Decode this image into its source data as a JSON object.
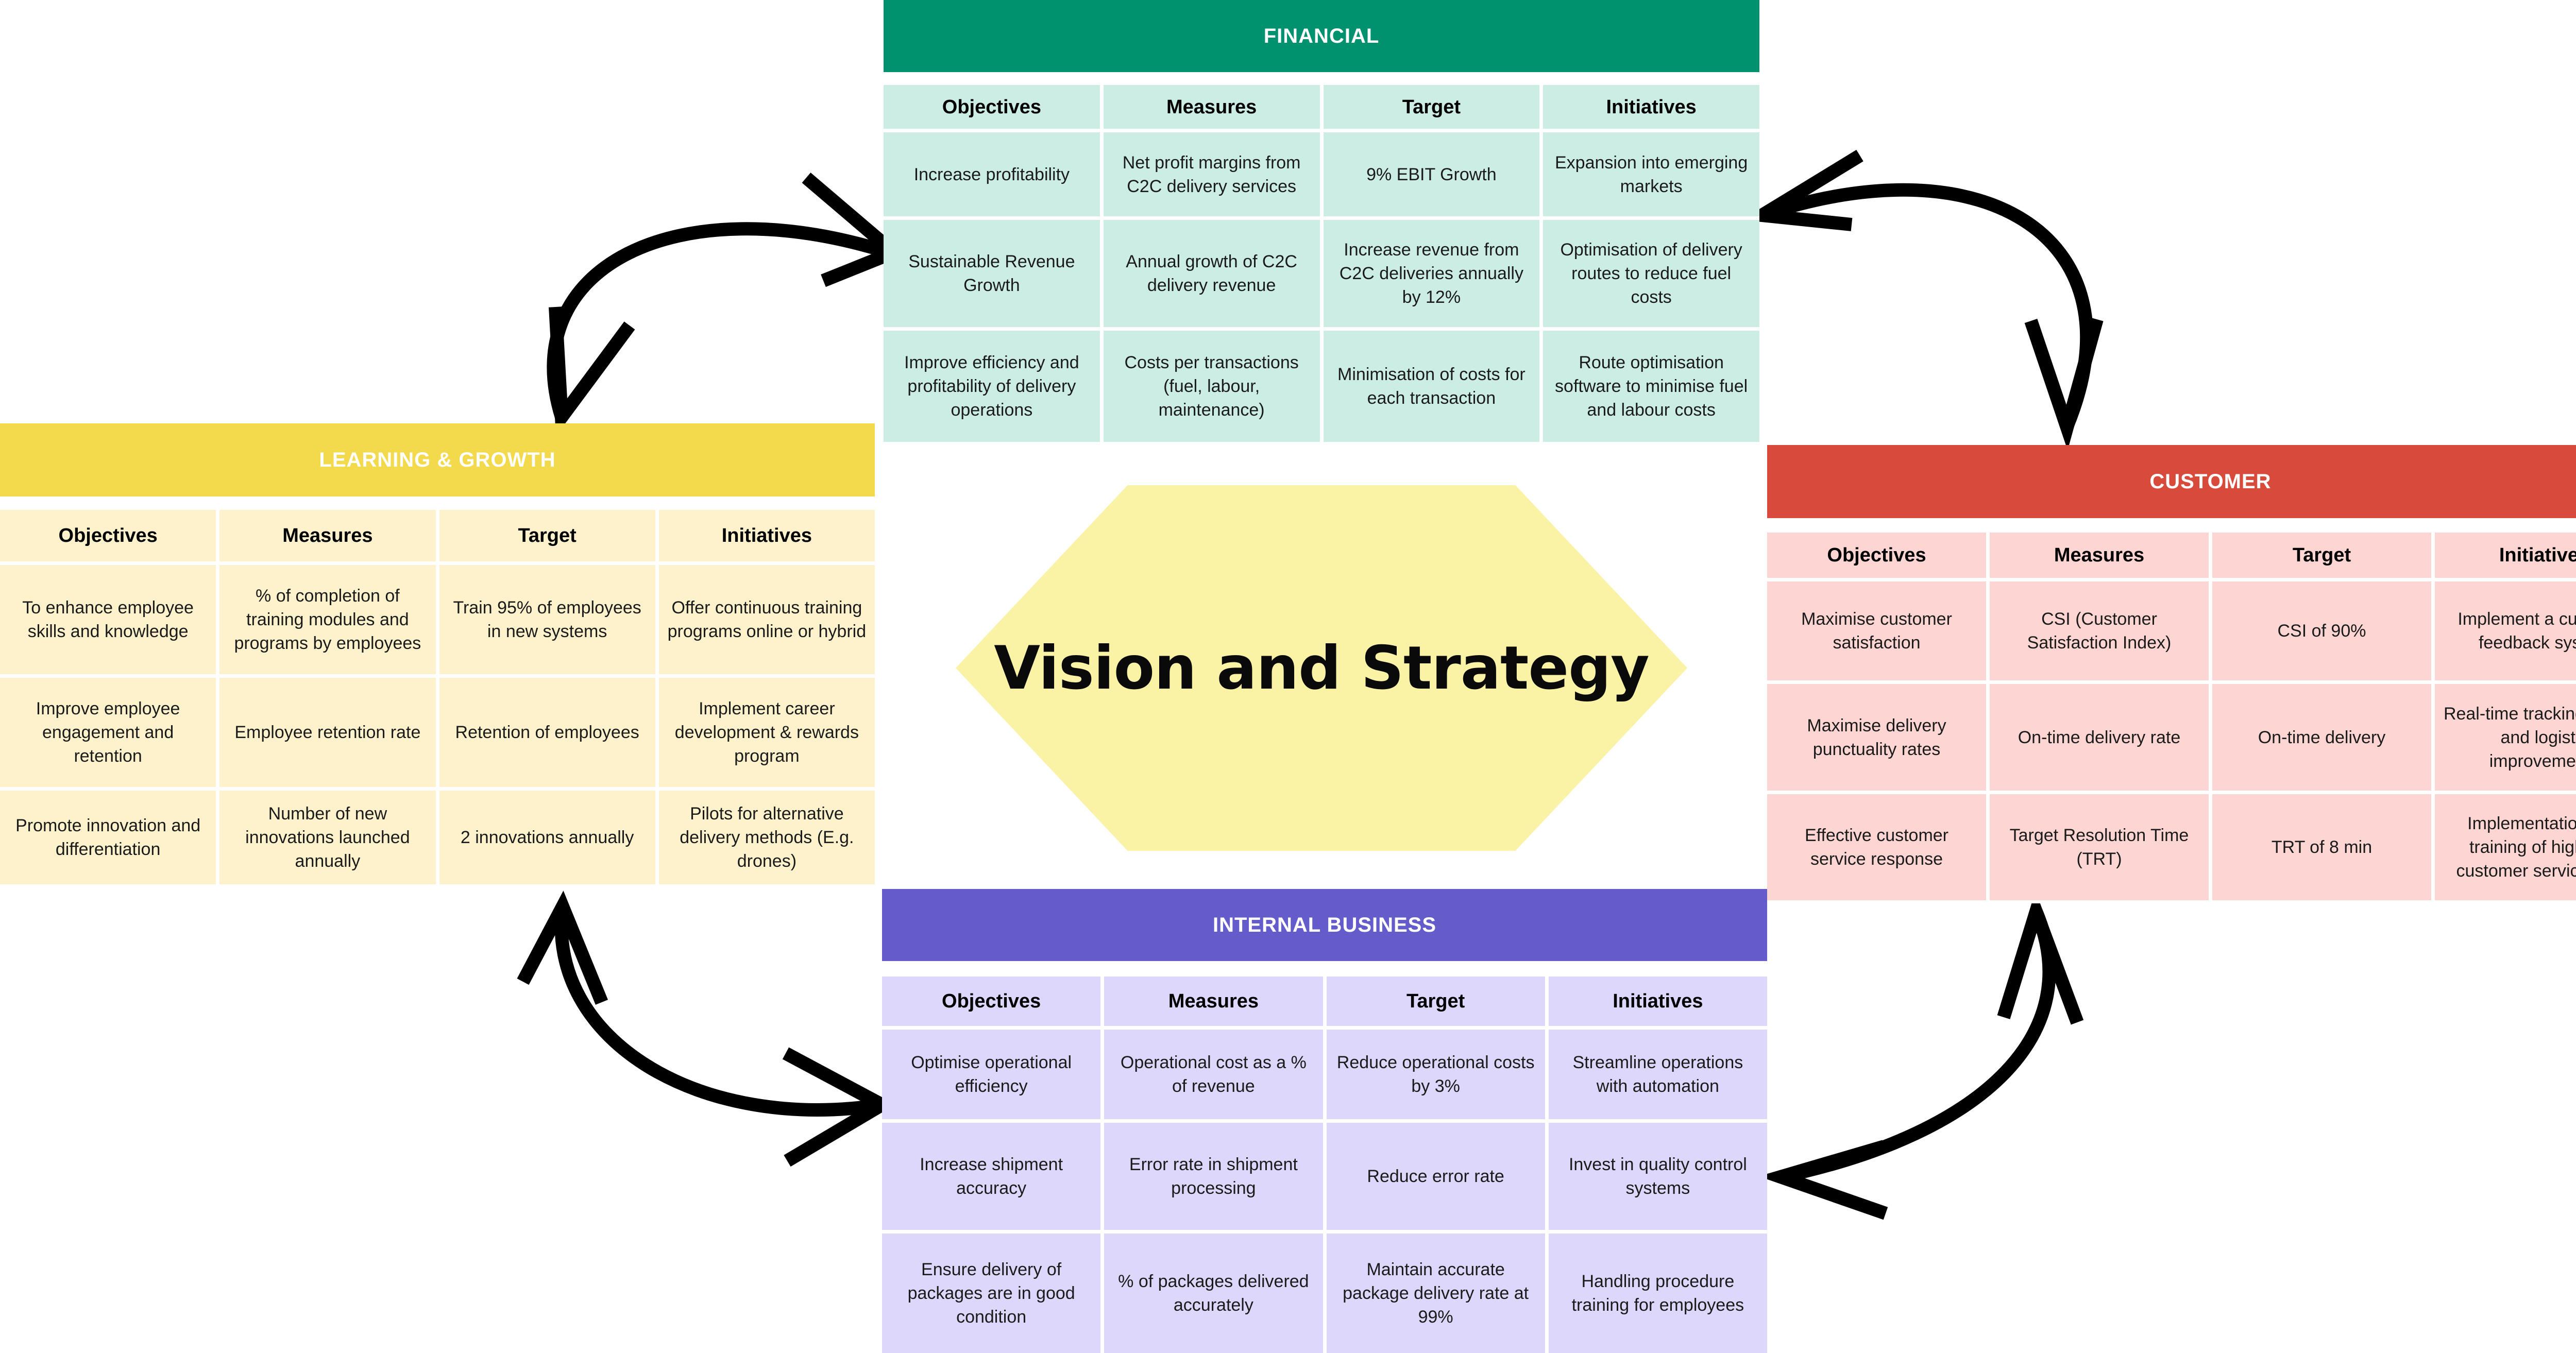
{
  "center": {
    "title": "Vision and Strategy"
  },
  "colors": {
    "financial_header": "#00916e",
    "financial_cell": "#cbede4",
    "learning_header": "#f3d94c",
    "learning_cell": "#fdf2cb",
    "customer_header": "#d84a39",
    "customer_cell": "#fdd5d2",
    "internal_header": "#645ccb",
    "internal_cell": "#dcd7fb",
    "hexagon": "#faf3a5",
    "arrow": "#000000"
  },
  "icons": [
    "double-headed-curved-arrow"
  ],
  "perspectives": {
    "financial": {
      "title": "FINANCIAL",
      "headers": [
        "Objectives",
        "Measures",
        "Target",
        "Initiatives"
      ],
      "rows": [
        [
          "Increase profitability",
          "Net profit margins from C2C delivery services",
          "9% EBIT Growth",
          "Expansion into emerging markets"
        ],
        [
          "Sustainable Revenue Growth",
          "Annual growth of C2C delivery revenue",
          "Increase revenue from C2C deliveries annually by 12%",
          "Optimisation of delivery routes to reduce fuel costs"
        ],
        [
          "Improve efficiency and profitability of delivery operations",
          "Costs per transactions (fuel, labour, maintenance)",
          "Minimisation of costs for each transaction",
          "Route optimisation software to minimise fuel and labour costs"
        ]
      ]
    },
    "learning": {
      "title": "LEARNING & GROWTH",
      "headers": [
        "Objectives",
        "Measures",
        "Target",
        "Initiatives"
      ],
      "rows": [
        [
          "To enhance employee skills and knowledge",
          "% of completion of training modules and programs by employees",
          "Train 95% of employees in new systems",
          "Offer continuous training programs online or hybrid"
        ],
        [
          "Improve employee engagement and retention",
          "Employee retention rate",
          "Retention of employees",
          "Implement career development & rewards program"
        ],
        [
          "Promote innovation and differentiation",
          "Number of new innovations launched annually",
          "2 innovations annually",
          "Pilots for alternative delivery methods (E.g. drones)"
        ]
      ]
    },
    "customer": {
      "title": "CUSTOMER",
      "headers": [
        "Objectives",
        "Measures",
        "Target",
        "Initiatives"
      ],
      "rows": [
        [
          "Maximise customer satisfaction",
          "CSI (Customer Satisfaction Index)",
          "CSI of 90%",
          "Implement a customer feedback system"
        ],
        [
          "Maximise delivery punctuality rates",
          "On-time delivery rate",
          "On-time delivery",
          "Real-time tracking system and logistic improvements"
        ],
        [
          "Effective customer service response",
          "Target Resolution Time (TRT)",
          "TRT of 8 min",
          "Implementation and training of high-end customer service team"
        ]
      ]
    },
    "internal": {
      "title": "INTERNAL BUSINESS",
      "headers": [
        "Objectives",
        "Measures",
        "Target",
        "Initiatives"
      ],
      "rows": [
        [
          "Optimise operational efficiency",
          "Operational cost as a % of revenue",
          "Reduce operational costs by 3%",
          "Streamline operations with automation"
        ],
        [
          "Increase shipment accuracy",
          "Error rate in shipment processing",
          "Reduce error rate",
          "Invest in quality control systems"
        ],
        [
          "Ensure delivery of packages are in good condition",
          "% of packages delivered accurately",
          "Maintain accurate package delivery rate at 99%",
          "Handling procedure training for employees"
        ]
      ]
    }
  }
}
